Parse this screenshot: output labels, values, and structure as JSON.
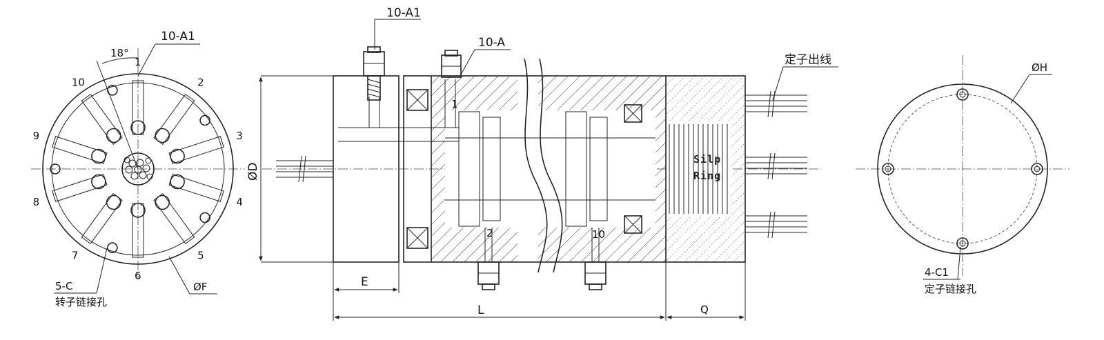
{
  "front_view": {
    "callout_top": "10-A1",
    "angle": "18°",
    "port_numbers": [
      "1",
      "2",
      "3",
      "4",
      "5",
      "6",
      "7",
      "8",
      "9",
      "10"
    ],
    "hole_callout": "5-C",
    "hole_note": "转子链接孔",
    "dia_label": "ØF"
  },
  "side_view": {
    "callout_port_top": "10-A1",
    "callout_port_side": "10-A",
    "wire_note": "定子出线",
    "dia_label": "ØD",
    "dim_e": "E",
    "dim_l": "L",
    "dim_q": "Q",
    "ring_word_1": "Silp",
    "ring_word_2": "Ring",
    "channel_1": "1",
    "channel_2": "2",
    "channel_10": "10"
  },
  "end_view": {
    "dia_label": "ØH",
    "hole_callout": "4-C1",
    "hole_note": "定子链接孔"
  }
}
